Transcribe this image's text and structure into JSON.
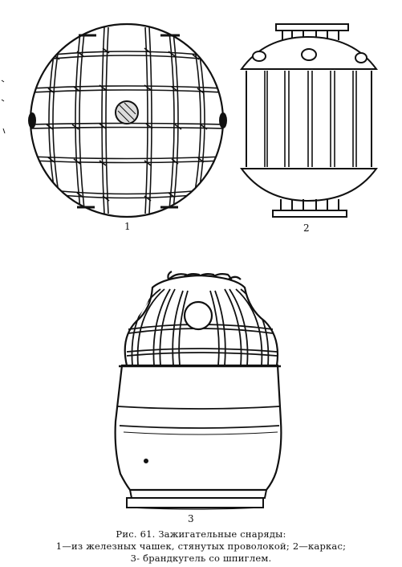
{
  "figure": {
    "labels": {
      "fig1": "1",
      "fig2": "2",
      "fig3": "3"
    },
    "caption": {
      "title": "Рис. 61. Зажигательные снаряды:",
      "line1": "1—из железных чашек, стянутых проволокой; 2—каркас;",
      "line2": "3- брандкугель со шпиглем."
    }
  }
}
